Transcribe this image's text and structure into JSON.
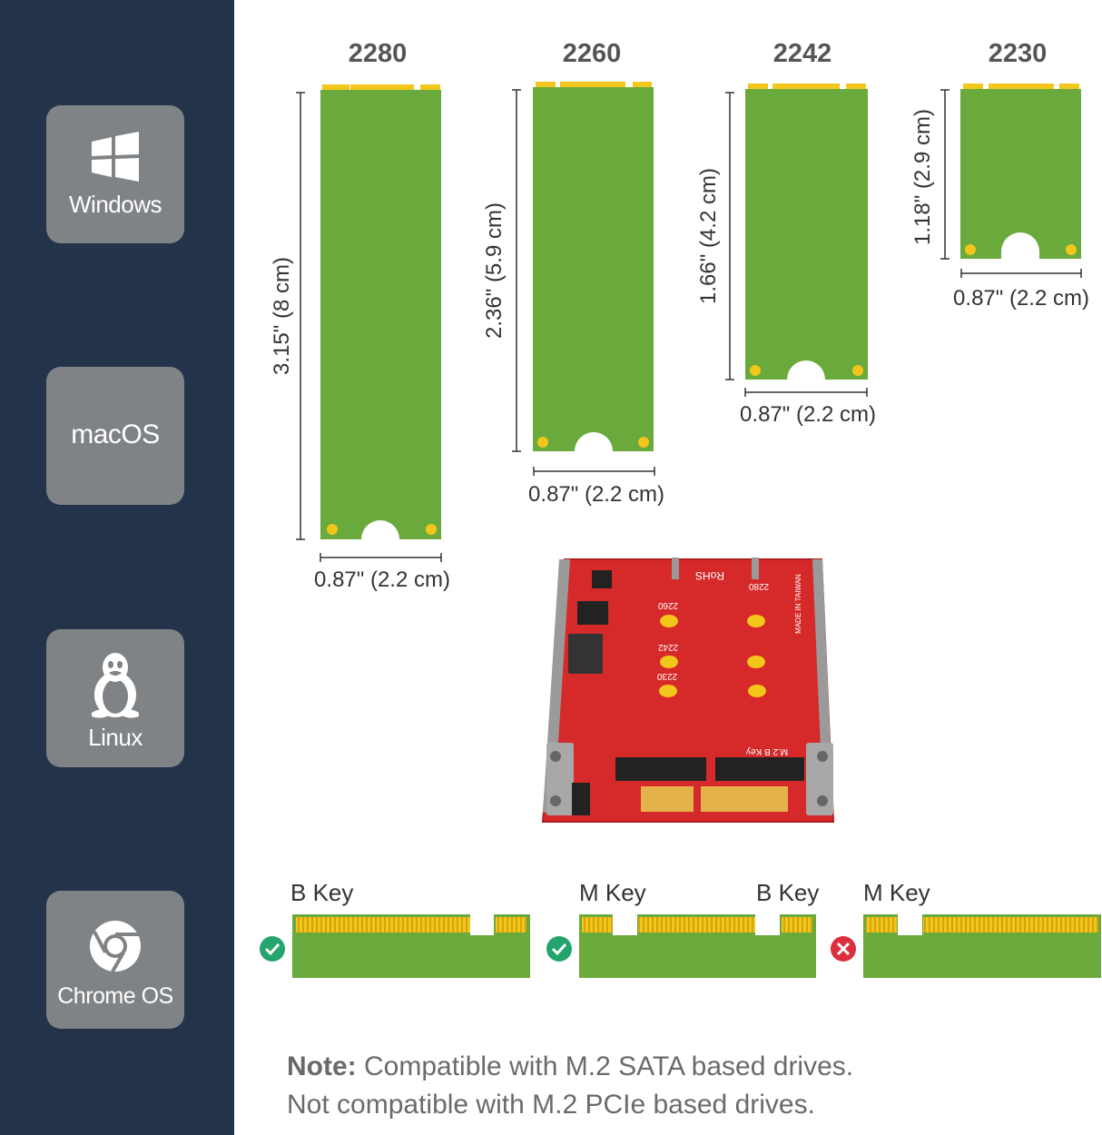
{
  "sidebar": {
    "os_tiles": [
      {
        "label": "Windows",
        "icon": "windows-logo-icon"
      },
      {
        "label": "macOS",
        "icon": ""
      },
      {
        "label": "Linux",
        "icon": "tux-penguin-icon"
      },
      {
        "label": "Chrome OS",
        "icon": "chrome-logo-icon"
      }
    ]
  },
  "form_factors": [
    {
      "code": "2280",
      "length_label": "3.15\" (8 cm)",
      "width_label": "0.87\" (2.2 cm)"
    },
    {
      "code": "2260",
      "length_label": "2.36\" (5.9 cm)",
      "width_label": "0.87\" (2.2 cm)"
    },
    {
      "code": "2242",
      "length_label": "1.66\" (4.2 cm)",
      "width_label": "0.87\" (2.2 cm)"
    },
    {
      "code": "2230",
      "length_label": "1.18\" (2.9 cm)",
      "width_label": "0.87\" (2.2 cm)"
    }
  ],
  "adapter_board": {
    "silkscreen": [
      "RoHS",
      "2280",
      "2260",
      "2242",
      "2230",
      "M.2 B Key",
      "MADE IN TAIWAN"
    ]
  },
  "keys": [
    {
      "labels": [
        "B Key"
      ],
      "compatible": true,
      "icon": "check-icon"
    },
    {
      "labels": [
        "M Key",
        "B Key"
      ],
      "compatible": true,
      "icon": "check-icon"
    },
    {
      "labels": [
        "M Key"
      ],
      "compatible": false,
      "icon": "cross-icon"
    }
  ],
  "note": {
    "bold": "Note:",
    "line1": " Compatible with M.2 SATA based drives.",
    "line2": "Not compatible with M.2 PCIe based drives."
  },
  "colors": {
    "sidebar": "#23344a",
    "tile": "#808386",
    "pcb_green": "#6aaa3c",
    "gold": "#f2c61b",
    "adapter_red": "#d62a2a",
    "ok": "#23a56d",
    "bad": "#dc2f3e"
  }
}
